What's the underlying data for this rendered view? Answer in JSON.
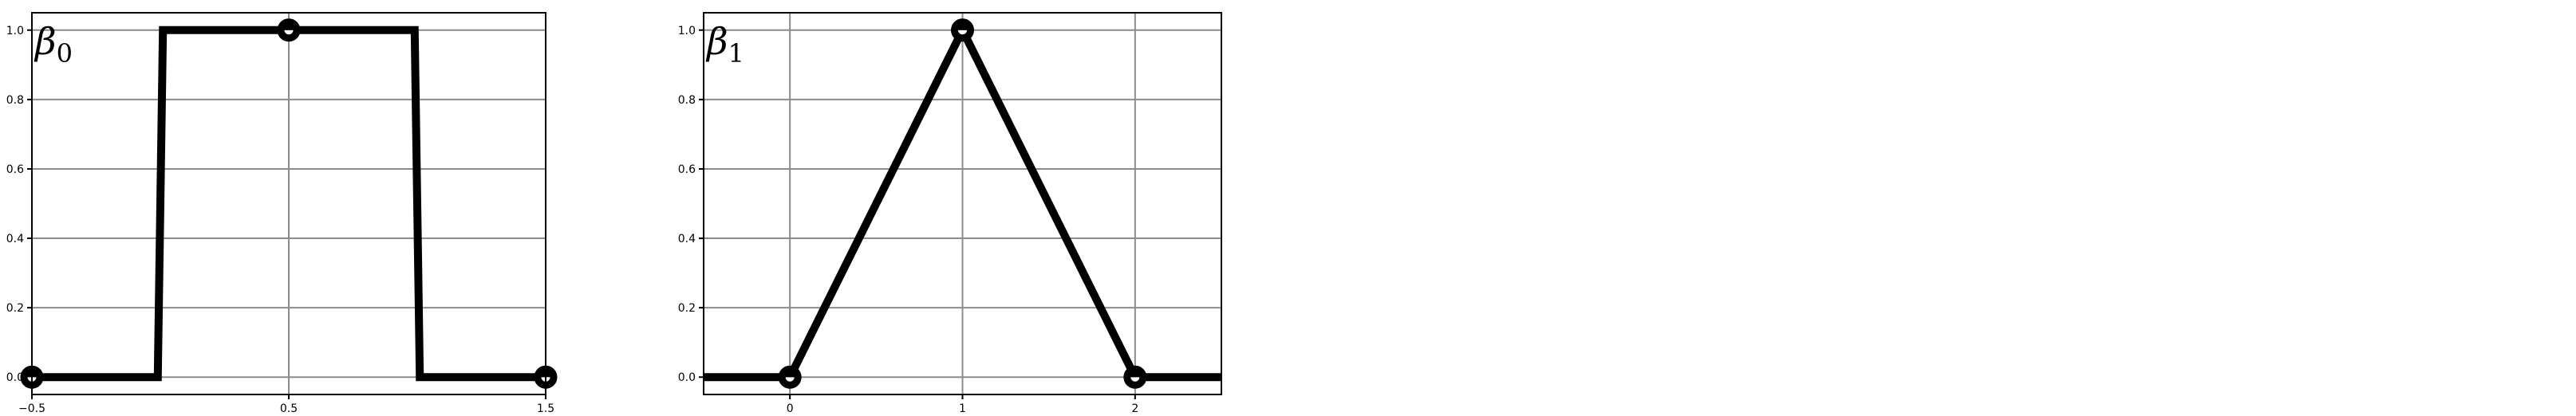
{
  "chart_data": [
    {
      "type": "line",
      "annotation": {
        "symbol": "β",
        "subscript": "0"
      },
      "xlim": [
        -0.5,
        1.5
      ],
      "ylim": [
        -0.05,
        1.05
      ],
      "xticks": [
        -0.5,
        0.5,
        1.5
      ],
      "xtick_labels": [
        "−0.5",
        "0.5",
        "1.5"
      ],
      "yticks": [
        0.0,
        0.2,
        0.4,
        0.6,
        0.8,
        1.0
      ],
      "ytick_labels": [
        "0.0",
        "0.2",
        "0.4",
        "0.6",
        "0.8",
        "1.0"
      ],
      "grid": true,
      "series": [
        {
          "x": [
            -0.5,
            -0.01,
            0.01,
            0.99,
            1.01,
            1.5
          ],
          "y": [
            0.0,
            0.0,
            1.0,
            1.0,
            0.0,
            0.0
          ],
          "color": "#000000"
        }
      ],
      "markers": {
        "x": [
          -0.5,
          0.5,
          1.5
        ],
        "y": [
          0.0,
          1.0,
          0.0
        ],
        "style": "half-filled circle"
      }
    },
    {
      "type": "line",
      "annotation": {
        "symbol": "β",
        "subscript": "1"
      },
      "xlim": [
        -0.5,
        2.5
      ],
      "ylim": [
        -0.05,
        1.05
      ],
      "xticks": [
        0,
        1,
        2
      ],
      "xtick_labels": [
        "0",
        "1",
        "2"
      ],
      "yticks": [
        0.0,
        0.2,
        0.4,
        0.6,
        0.8,
        1.0
      ],
      "ytick_labels": [
        "0.0",
        "0.2",
        "0.4",
        "0.6",
        "0.8",
        "1.0"
      ],
      "grid": true,
      "series": [
        {
          "x": [
            -0.5,
            0,
            1,
            2,
            2.5
          ],
          "y": [
            0.0,
            0.0,
            1.0,
            0.0,
            0.0
          ],
          "color": "#000000"
        }
      ],
      "markers": {
        "x": [
          0,
          1,
          2
        ],
        "y": [
          0.0,
          1.0,
          0.0
        ],
        "style": "half-filled circle"
      }
    }
  ]
}
